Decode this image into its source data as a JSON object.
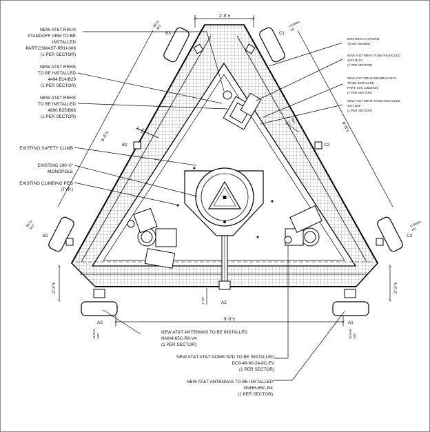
{
  "left_notes": {
    "rrus_arm": [
      "NEW AT&T RRUS",
      "STANDOFF ARM TO BE",
      "INSTALLED",
      "PART:CSMAST-RRU-006",
      "(1 PER SECTOR)"
    ],
    "rrhs_4494": [
      "NEW AT&T RRHS",
      "TO BE INSTALLED",
      "4494 B14/B29",
      "(1 PER SECTOR)"
    ],
    "rrhs_4890": [
      "NEW AT&T RRHS",
      "TO BE INSTALLED",
      "4890 B25/B66",
      "(1 PER SECTOR)"
    ],
    "safety_climb": "EXISTING SAFETY CLIMB",
    "monopole": [
      "EXISTING 190'-0\"",
      "MONOPOLE"
    ],
    "climbing_peg": [
      "EXISTING CLIMBING PEG",
      "(TYP.)"
    ]
  },
  "right_notes": {
    "platform": [
      "EXISTING PLATFORM",
      "TO BE REUSED"
    ],
    "rrhs_4472": [
      "NEW AT&T RRHS TO BE INSTALLED",
      "4472 B12A",
      "(1 PER SECTOR)"
    ],
    "brackets": [
      "NEW AT&T RRUS B38 BRACKETS",
      "TO BE INSTALLED",
      "PART: SXK 1255394/2",
      "(1 PER SECTOR)"
    ],
    "rrhs_4471": [
      "NEW AT&T RRHS TO BE INSTALLED",
      "4471 B30",
      "(1 PER SECTOR)"
    ]
  },
  "bottom_notes": {
    "antennas_r6": [
      "NEW AT&T ANTENNAS TO BE INSTALLED",
      "NNH4-65C-R6-V4",
      "(1 PER SECTOR)"
    ],
    "dome_spd": [
      "NEW AT&T AT&T DOME SPD TO BE INSTALLED",
      "DC9-48-60-24-8C-EV",
      "(1 PER SECTOR)"
    ],
    "antennas_r4": [
      "NEW AT&T ANTENNAS TO BE INSTALLED",
      "NNHH-65C-R4",
      "(1 PER SECTOR)"
    ]
  },
  "dimensions": {
    "top": "2'-9\"±",
    "bottom": "9'-5\"±",
    "left_side": "9'-5\"±",
    "right_side": "9'-5\"±",
    "left_offset": "2'-3\"±",
    "right_offset": "2'-3\"±",
    "center": "1'-10\"",
    "small_left": "10\"",
    "small_right": "12\"",
    "min": "MIN"
  },
  "antenna_labels": [
    "B3",
    "C1",
    "B2",
    "C2",
    "B1",
    "C3",
    "A3",
    "A2",
    "A1"
  ],
  "sector_tags": {
    "beta_top": [
      "BETA",
      "300°"
    ],
    "gamma_top": [
      "GAMMA",
      "60°"
    ],
    "beta_left": [
      "BETA",
      "300°"
    ],
    "gamma_right": [
      "GAMMA",
      "60°"
    ],
    "alpha_left": [
      "ALPHA",
      "180°"
    ],
    "alpha_right": [
      "ALPHA",
      "180°"
    ]
  }
}
